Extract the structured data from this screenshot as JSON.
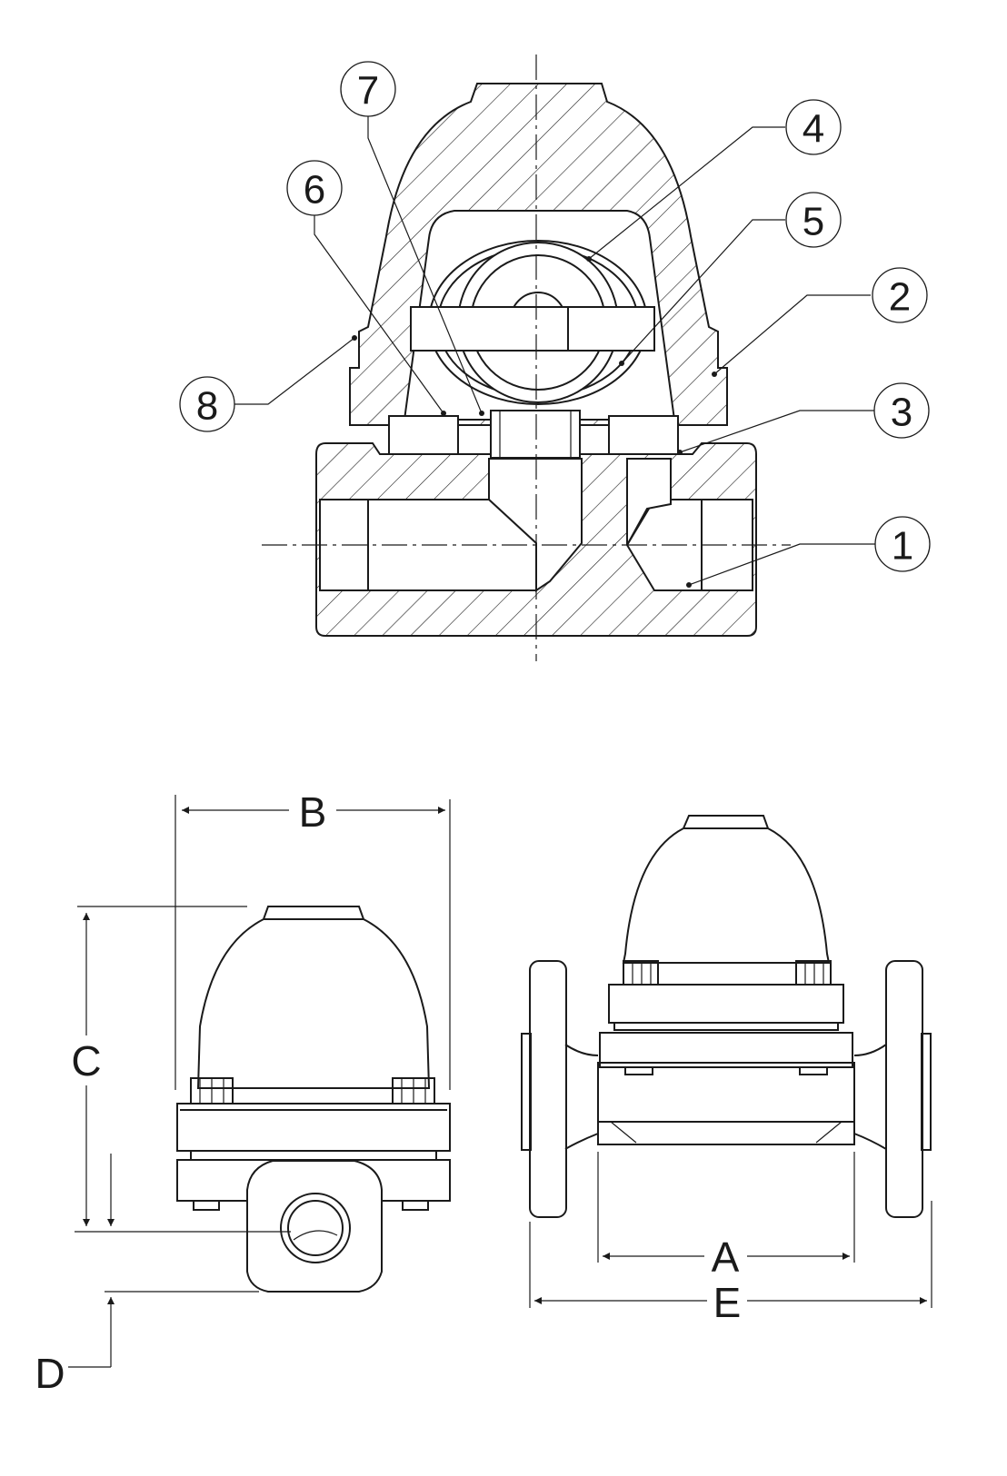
{
  "balloons": [
    {
      "id": "b1",
      "label": "1"
    },
    {
      "id": "b2",
      "label": "2"
    },
    {
      "id": "b3",
      "label": "3"
    },
    {
      "id": "b4",
      "label": "4"
    },
    {
      "id": "b5",
      "label": "5"
    },
    {
      "id": "b6",
      "label": "6"
    },
    {
      "id": "b7",
      "label": "7"
    },
    {
      "id": "b8",
      "label": "8"
    }
  ],
  "dimensions": {
    "A": "A",
    "B": "B",
    "C": "C",
    "D": "D",
    "E": "E"
  }
}
